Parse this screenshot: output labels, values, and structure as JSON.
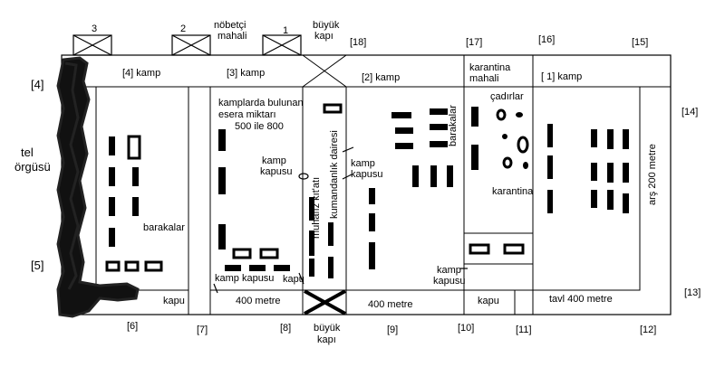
{
  "labels": {
    "tower3": "3",
    "tower2": "2",
    "tower1": "1",
    "nobetci_line1": "nöbetçi",
    "nobetci_line2": "mahali",
    "buyuk_kapi_top_line1": "büyük",
    "buyuk_kapi_top_line2": "kapı",
    "ref18": "[18]",
    "ref17": "[17]",
    "ref16": "[16]",
    "ref15": "[15]",
    "ref4": "[4]",
    "ref14": "[14]",
    "ref5": "[5]",
    "ref13": "[13]",
    "ref6": "[6]",
    "ref7": "[7]",
    "ref8": "[8]",
    "ref9": "[9]",
    "ref10": "[10]",
    "ref11": "[11]",
    "ref12": "[12]",
    "tel_line1": "tel",
    "tel_line2": "örgüsü",
    "kamp4": "[4]  kamp",
    "kamp3": "[3]  kamp",
    "kamp2": "[2]  kamp",
    "kamp1": "[ 1] kamp",
    "karantina_mahali_line1": "karantina",
    "karantina_mahali_line2": "mahali",
    "esera_line1": "kamplarda bulunan",
    "esera_line2": "esera miktarı",
    "esera_line3": "500 ile 800",
    "kamp_kapusu_a_line1": "kamp",
    "kamp_kapusu_a_line2": "kapusu",
    "kamp_kapusu_b_line1": "kamp",
    "kamp_kapusu_b_line2": "kapusu",
    "kamp_kapusu_c_line1": "kamp",
    "kamp_kapusu_c_line2": "kapusu",
    "kamp_kapusu_bottom": "kamp kapusu",
    "kapu_small": "kapu",
    "muhafiz": "muhafız kıt'atı",
    "kumandanlik": "kumandanlık dairesi",
    "barakalar_left": "barakalar",
    "barakalar_right": "barakalar",
    "cadirlar": "çadırlar",
    "karantina": "karantina",
    "ars": "arş 200 metre",
    "kapu_left": "kapu",
    "metre400_a": "400 metre",
    "metre400_b": "400 metre",
    "kapu_right": "kapu",
    "tavl": "tavl 400 metre",
    "buyuk_kapi_bottom_line1": "büyük",
    "buyuk_kapi_bottom_line2": "kapı"
  }
}
